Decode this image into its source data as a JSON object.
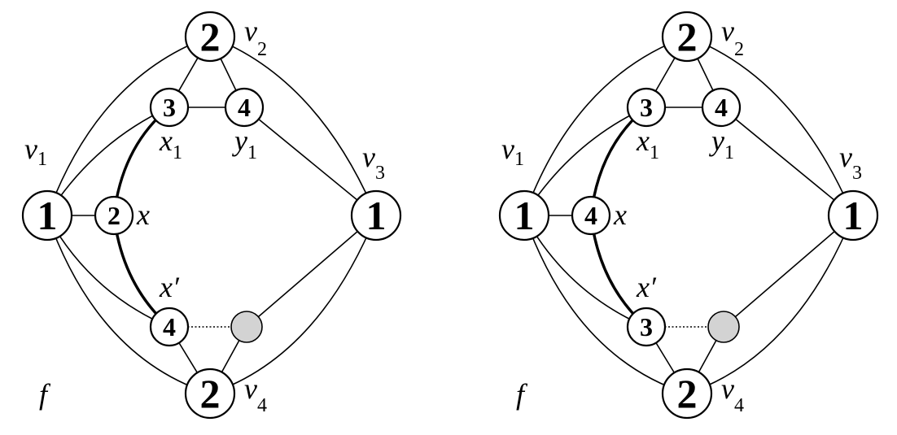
{
  "panels": [
    {
      "id": "left",
      "colors": {
        "v1": "1",
        "v2": "2",
        "v3": "1",
        "v4": "2",
        "x1": "3",
        "y1": "4",
        "x": "2",
        "xp": "4"
      }
    },
    {
      "id": "right",
      "colors": {
        "v1": "1",
        "v2": "2",
        "v3": "1",
        "v4": "2",
        "x1": "3",
        "y1": "4",
        "x": "4",
        "xp": "3"
      }
    }
  ],
  "labels": {
    "v": "v",
    "x": "x",
    "y": "y",
    "prime": "′",
    "face": "f",
    "sub1": "1",
    "sub2": "2",
    "sub3": "3",
    "sub4": "4"
  },
  "colors": {
    "line": "#000000",
    "uncolored_vertex": "#d3d3d3"
  }
}
